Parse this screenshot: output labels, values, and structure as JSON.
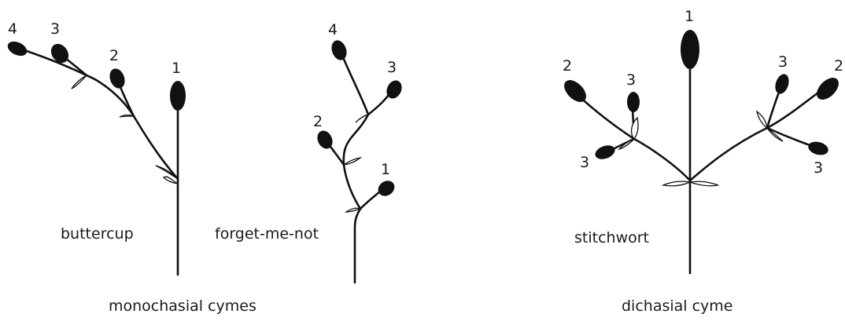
{
  "buttercup": {
    "name": "buttercup",
    "flowers": [
      "1",
      "2",
      "3",
      "4"
    ]
  },
  "forget_me_not": {
    "name": "forget-me-not",
    "flowers": [
      "1",
      "2",
      "3",
      "4"
    ]
  },
  "stitchwort": {
    "name": "stitchwort",
    "flowers": [
      "1",
      "2",
      "2",
      "3",
      "3",
      "3",
      "3"
    ]
  },
  "captions": {
    "left": "monochasial cymes",
    "right": "dichasial cyme"
  }
}
